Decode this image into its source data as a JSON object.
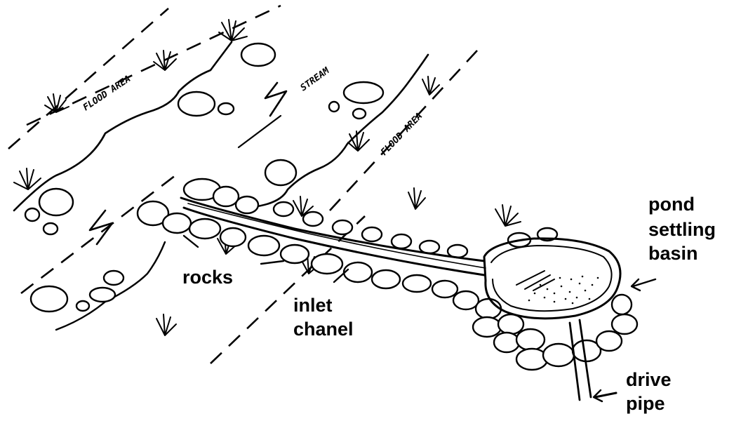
{
  "handwritten": {
    "flood_area_left": "FLOOD AREA",
    "stream": "STREAM",
    "flood_area_right": "FLOOD AREA"
  },
  "labels": {
    "pond_line1": "pond",
    "pond_line2": "settling",
    "pond_line3": "basin",
    "rocks": "rocks",
    "inlet_line1": "inlet",
    "inlet_line2": "chanel",
    "drive_line1": "drive",
    "drive_line2": "pipe"
  }
}
